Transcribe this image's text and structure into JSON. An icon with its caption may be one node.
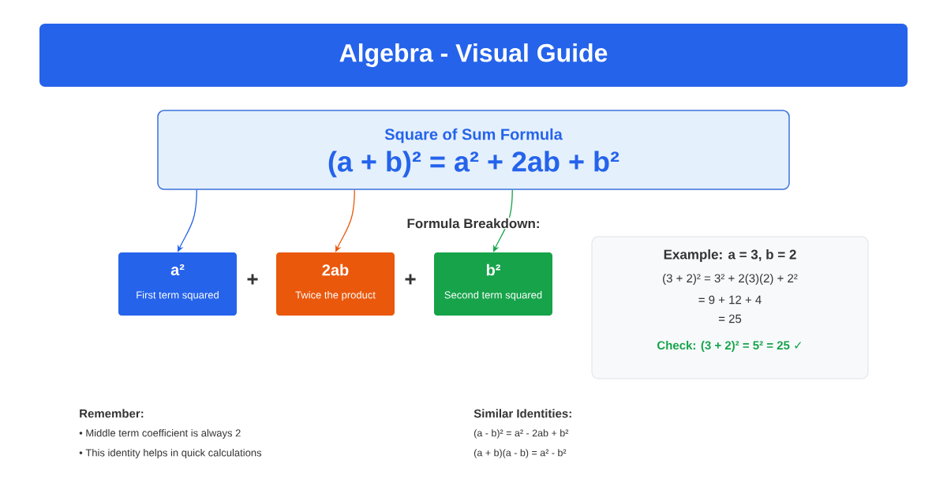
{
  "diagram": {
    "title": "Algebra - Visual Guide",
    "nodes": [
      {
        "text": [
          "Square of Sum Formula",
          "(a + b)² = a² + 2ab + b²"
        ]
      },
      {
        "text": [
          "a²",
          "First term squared"
        ]
      },
      {
        "text": [
          "2ab",
          "Twice the product"
        ]
      },
      {
        "text": [
          "b²",
          "Second term squared"
        ]
      },
      {
        "text": [
          "Example: a = 3, b = 2",
          "(3 + 2)² = 3² + 2(3)(2) + 2²",
          "= 9 + 12 + 4",
          "= 25",
          "Check: (3 + 2)² = 5² = 25 ✓"
        ]
      }
    ],
    "edges": [
      {
        "from": 0,
        "to": 1,
        "arrow": "to",
        "color": "#2563eb"
      },
      {
        "from": 0,
        "to": 2,
        "arrow": "to",
        "color": "#ea580c"
      },
      {
        "from": 0,
        "to": 3,
        "arrow": "to",
        "color": "#16a34a"
      }
    ],
    "labels": [
      "Formula Breakdown:",
      "+",
      "+",
      "Remember:",
      "• Middle term coefficient is always 2",
      "• This identity helps in quick calculations",
      "Similar Identities:",
      "(a - b)² = a² - 2ab + b²",
      "(a + b)(a - b) = a² - b²"
    ]
  }
}
